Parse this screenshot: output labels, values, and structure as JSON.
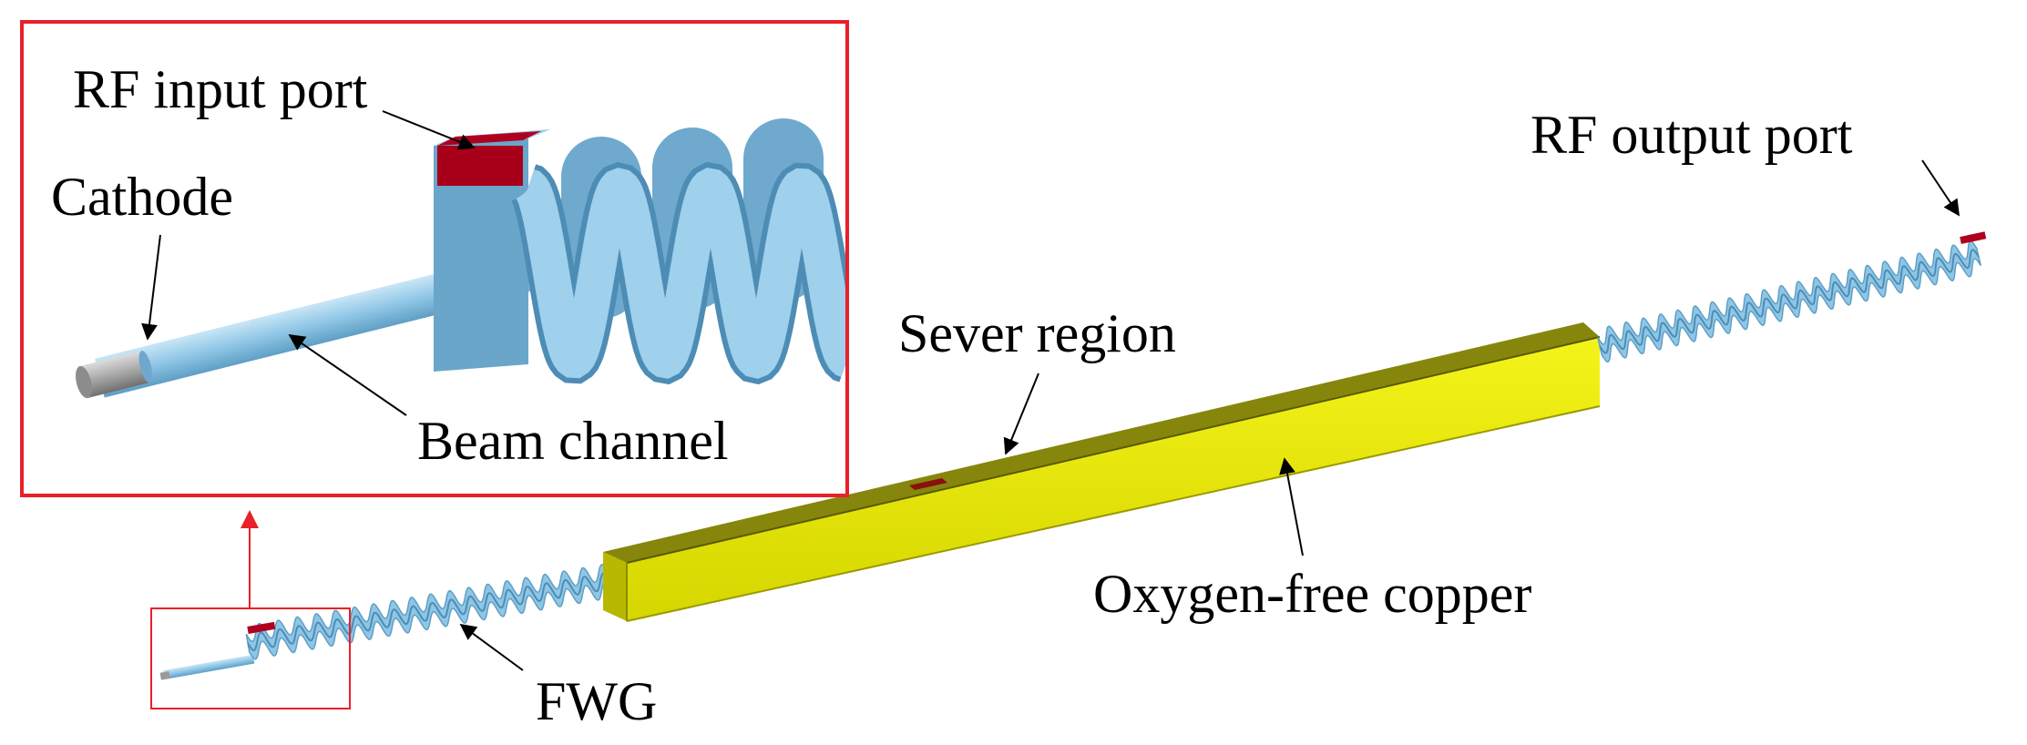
{
  "labels": {
    "rf_input_port": "RF input port",
    "cathode": "Cathode",
    "beam_channel": "Beam channel",
    "sever_region": "Sever region",
    "rf_output_port": "RF output port",
    "oxygen_free_copper": "Oxygen-free copper",
    "fwg": "FWG"
  },
  "colors": {
    "waveguide": "#8fc6e6",
    "waveguide_dark": "#5f9fc4",
    "copper_yellow": "#e8e800",
    "copper_top": "#7a7a10",
    "port_red": "#b00020",
    "inset_border": "#e8202a",
    "cathode_gray": "#a0a0a0"
  }
}
